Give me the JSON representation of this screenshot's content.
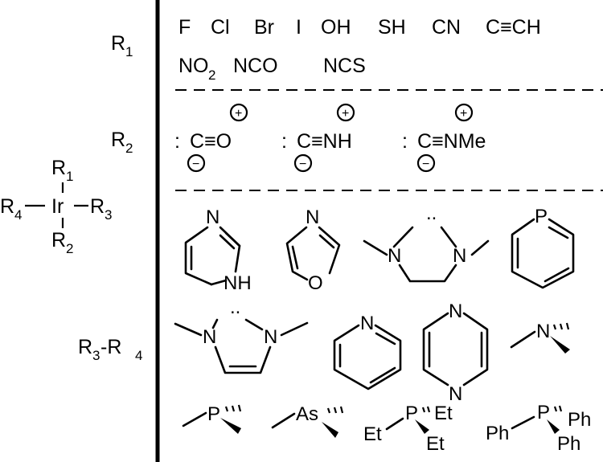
{
  "row_labels": {
    "r1": "R",
    "r1_sub": "1",
    "r2": "R",
    "r2_sub": "2",
    "r34": "R",
    "r34_sub3": "3",
    "r34_dash": "-R",
    "r34_sub4": "4"
  },
  "complex": {
    "metal": "Ir",
    "r": "R",
    "s1": "1",
    "s2": "2",
    "s3": "3",
    "s4": "4"
  },
  "r1_substituents": [
    "F",
    "Cl",
    "Br",
    "I",
    "OH",
    "SH",
    "CN",
    "C≡CH",
    "NO",
    "NCO",
    "NCS"
  ],
  "no2_sub": "2",
  "r2_substituents": [
    {
      "lone_pair": ":",
      "formula": "C≡O",
      "plus": "+",
      "minus": "−"
    },
    {
      "lone_pair": ":",
      "formula": "C≡NH",
      "plus": "+",
      "minus": "−"
    },
    {
      "lone_pair": ":",
      "formula": "C≡NMe",
      "plus": "+",
      "minus": "−"
    }
  ],
  "atoms": {
    "N": "N",
    "NH": "NH",
    "O": "O",
    "P": "P",
    "As": "As",
    "Et": "Et",
    "Ph": "Ph",
    "carbene": ".."
  },
  "structures": [
    {
      "id": "imidazole-icon"
    },
    {
      "id": "oxazole-icon"
    },
    {
      "id": "saturated-nhc-icon"
    },
    {
      "id": "phosphinine-icon"
    },
    {
      "id": "unsaturated-nhc-icon"
    },
    {
      "id": "pyridine-icon"
    },
    {
      "id": "pyrazine-icon"
    },
    {
      "id": "trimethylamine-icon"
    },
    {
      "id": "trimethylphosphine-icon"
    },
    {
      "id": "trimethylarsine-icon"
    },
    {
      "id": "triethylphosphine-icon"
    },
    {
      "id": "triphenylphosphine-icon"
    }
  ]
}
